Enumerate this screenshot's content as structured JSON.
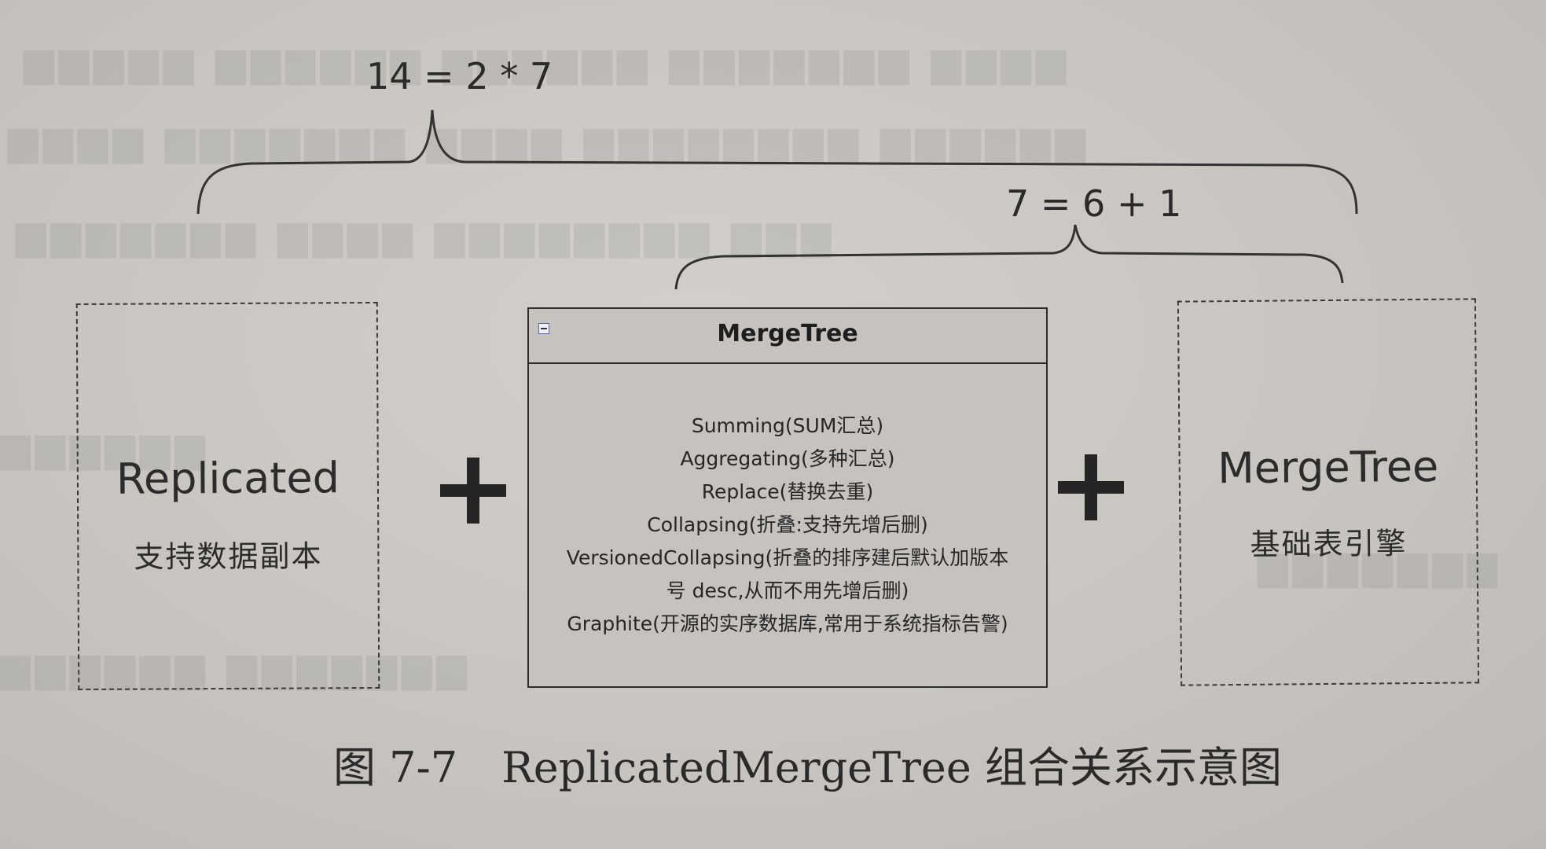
{
  "braces": {
    "outer_equation": "14 = 2 * 7",
    "inner_equation": "7 = 6 + 1"
  },
  "left_box": {
    "title": "Replicated",
    "subtitle": "支持数据副本"
  },
  "center_box": {
    "title": "MergeTree",
    "items": [
      "Summing(SUM汇总)",
      "Aggregating(多种汇总)",
      "Replace(替换去重)",
      "Collapsing(折叠:支持先增后删)",
      "VersionedCollapsing(折叠的排序建后默认加版本",
      "号 desc,从而不用先增后删)",
      "Graphite(开源的实序数据库,常用于系统指标告警)"
    ]
  },
  "right_box": {
    "title": "MergeTree",
    "subtitle": "基础表引擎"
  },
  "caption": {
    "figure_label": "图 7-7",
    "text": "ReplicatedMergeTree 组合关系示意图"
  },
  "icons": {
    "plus_left": "plus-icon",
    "plus_right": "plus-icon",
    "collapse": "collapse-minus-icon"
  },
  "colors": {
    "paper": "#c9c6c2",
    "ink": "#2a2a2a"
  }
}
